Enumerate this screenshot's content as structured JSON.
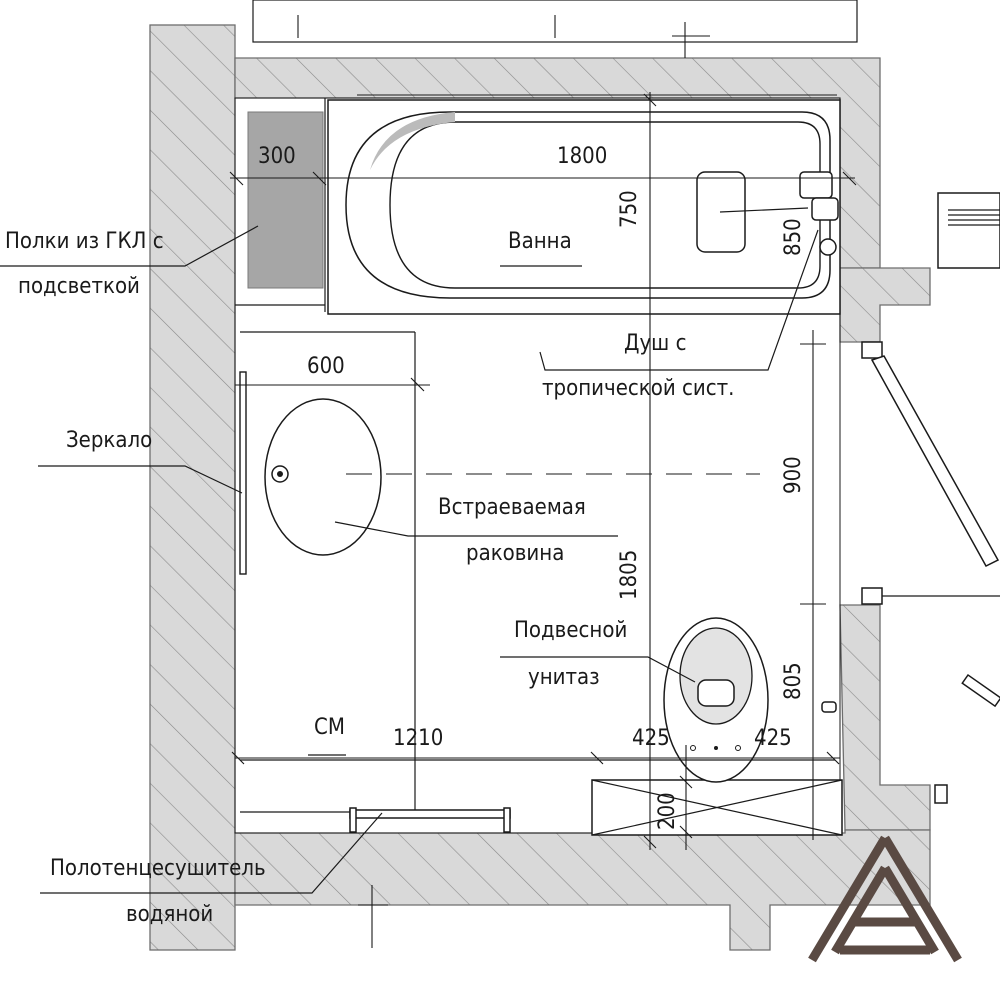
{
  "labels": {
    "shelves_line1": "Полки из ГКЛ с",
    "shelves_line2": "подсветкой",
    "bathtub": "Ванна",
    "shower_line1": "Душ с",
    "shower_line2": "тропической сист.",
    "mirror": "Зеркало",
    "sink_line1": "Встраеваемая",
    "sink_line2": "раковина",
    "toilet_line1": "Подвесной",
    "toilet_line2": "унитаз",
    "washer": "СМ",
    "towel_line1": "Полотенцесушитель",
    "towel_line2": "водяной"
  },
  "dimensions": {
    "shelf_width": "300",
    "bath_length": "1800",
    "bath_width": "750",
    "shower_height": "850",
    "sink_width": "600",
    "door_width": "900",
    "room_depth": "1805",
    "toilet_offset": "805",
    "room_width": "1210",
    "toilet_left": "425",
    "toilet_right": "425",
    "install_depth": "200"
  },
  "colors": {
    "wall_fill": "#d9d9d9",
    "hatch": "#8a8a8a",
    "shelf_fill": "#a6a6a6",
    "ink": "#1a1a1a",
    "logo": "#5a4a43"
  }
}
